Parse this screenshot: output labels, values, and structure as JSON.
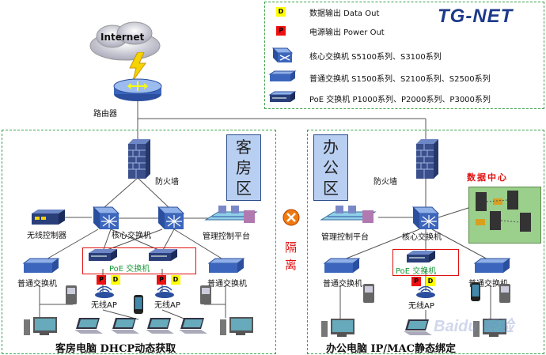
{
  "brand": "TG-NET",
  "legend": {
    "items": [
      {
        "symbol": "D",
        "text": "数据输出 Data Out"
      },
      {
        "symbol": "P",
        "text": "电源输出 Power Out"
      },
      {
        "symbol": "core-switch",
        "text": "核心交换机 S5100系列、S3100系列"
      },
      {
        "symbol": "switch",
        "text": "普通交换机 S1500系列、S2100系列、S2500系列"
      },
      {
        "symbol": "poe-switch",
        "text": "PoE 交换机 P1000系列、P2000系列、P3000系列"
      }
    ]
  },
  "top": {
    "internet": "Internet",
    "router": "路由器"
  },
  "guest": {
    "zone_title": [
      "客",
      "房",
      "区"
    ],
    "firewall": "防火墙",
    "wireless_controller": "无线控制器",
    "core_switch": "核心交换机",
    "mgmt_platform": "管理控制平台",
    "poe_switch": "PoE 交换机",
    "switch_left": "普通交换机",
    "switch_right": "普通交换机",
    "ap1": "无线AP",
    "ap2": "无线AP",
    "bottom_caption": "客房电脑  DHCP动态获取"
  },
  "isolation": [
    "隔",
    "离"
  ],
  "office": {
    "zone_title": [
      "办",
      "公",
      "区"
    ],
    "firewall": "防火墙",
    "mgmt_platform": "管理控制平台",
    "core_switch": "核心交换机",
    "data_center": "数据中心",
    "poe_switch": "PoE 交换机",
    "switch_left": "普通交换机",
    "switch_right": "普通交换机",
    "ap": "无线AP",
    "bottom_caption": "办公电脑   IP/MAC静态绑定"
  },
  "port_labels": {
    "p": "P",
    "d": "D"
  },
  "watermark": "Baidu 经验",
  "colors": {
    "zone_border": "#3aa24a",
    "zone_title_bg": "#b9cff2",
    "poe_box": "#e01010",
    "poe_text": "#1a9a3a",
    "device_blue": "#2b4e9e",
    "firewall": "#3a4f8c",
    "isolation": "#e01010"
  }
}
